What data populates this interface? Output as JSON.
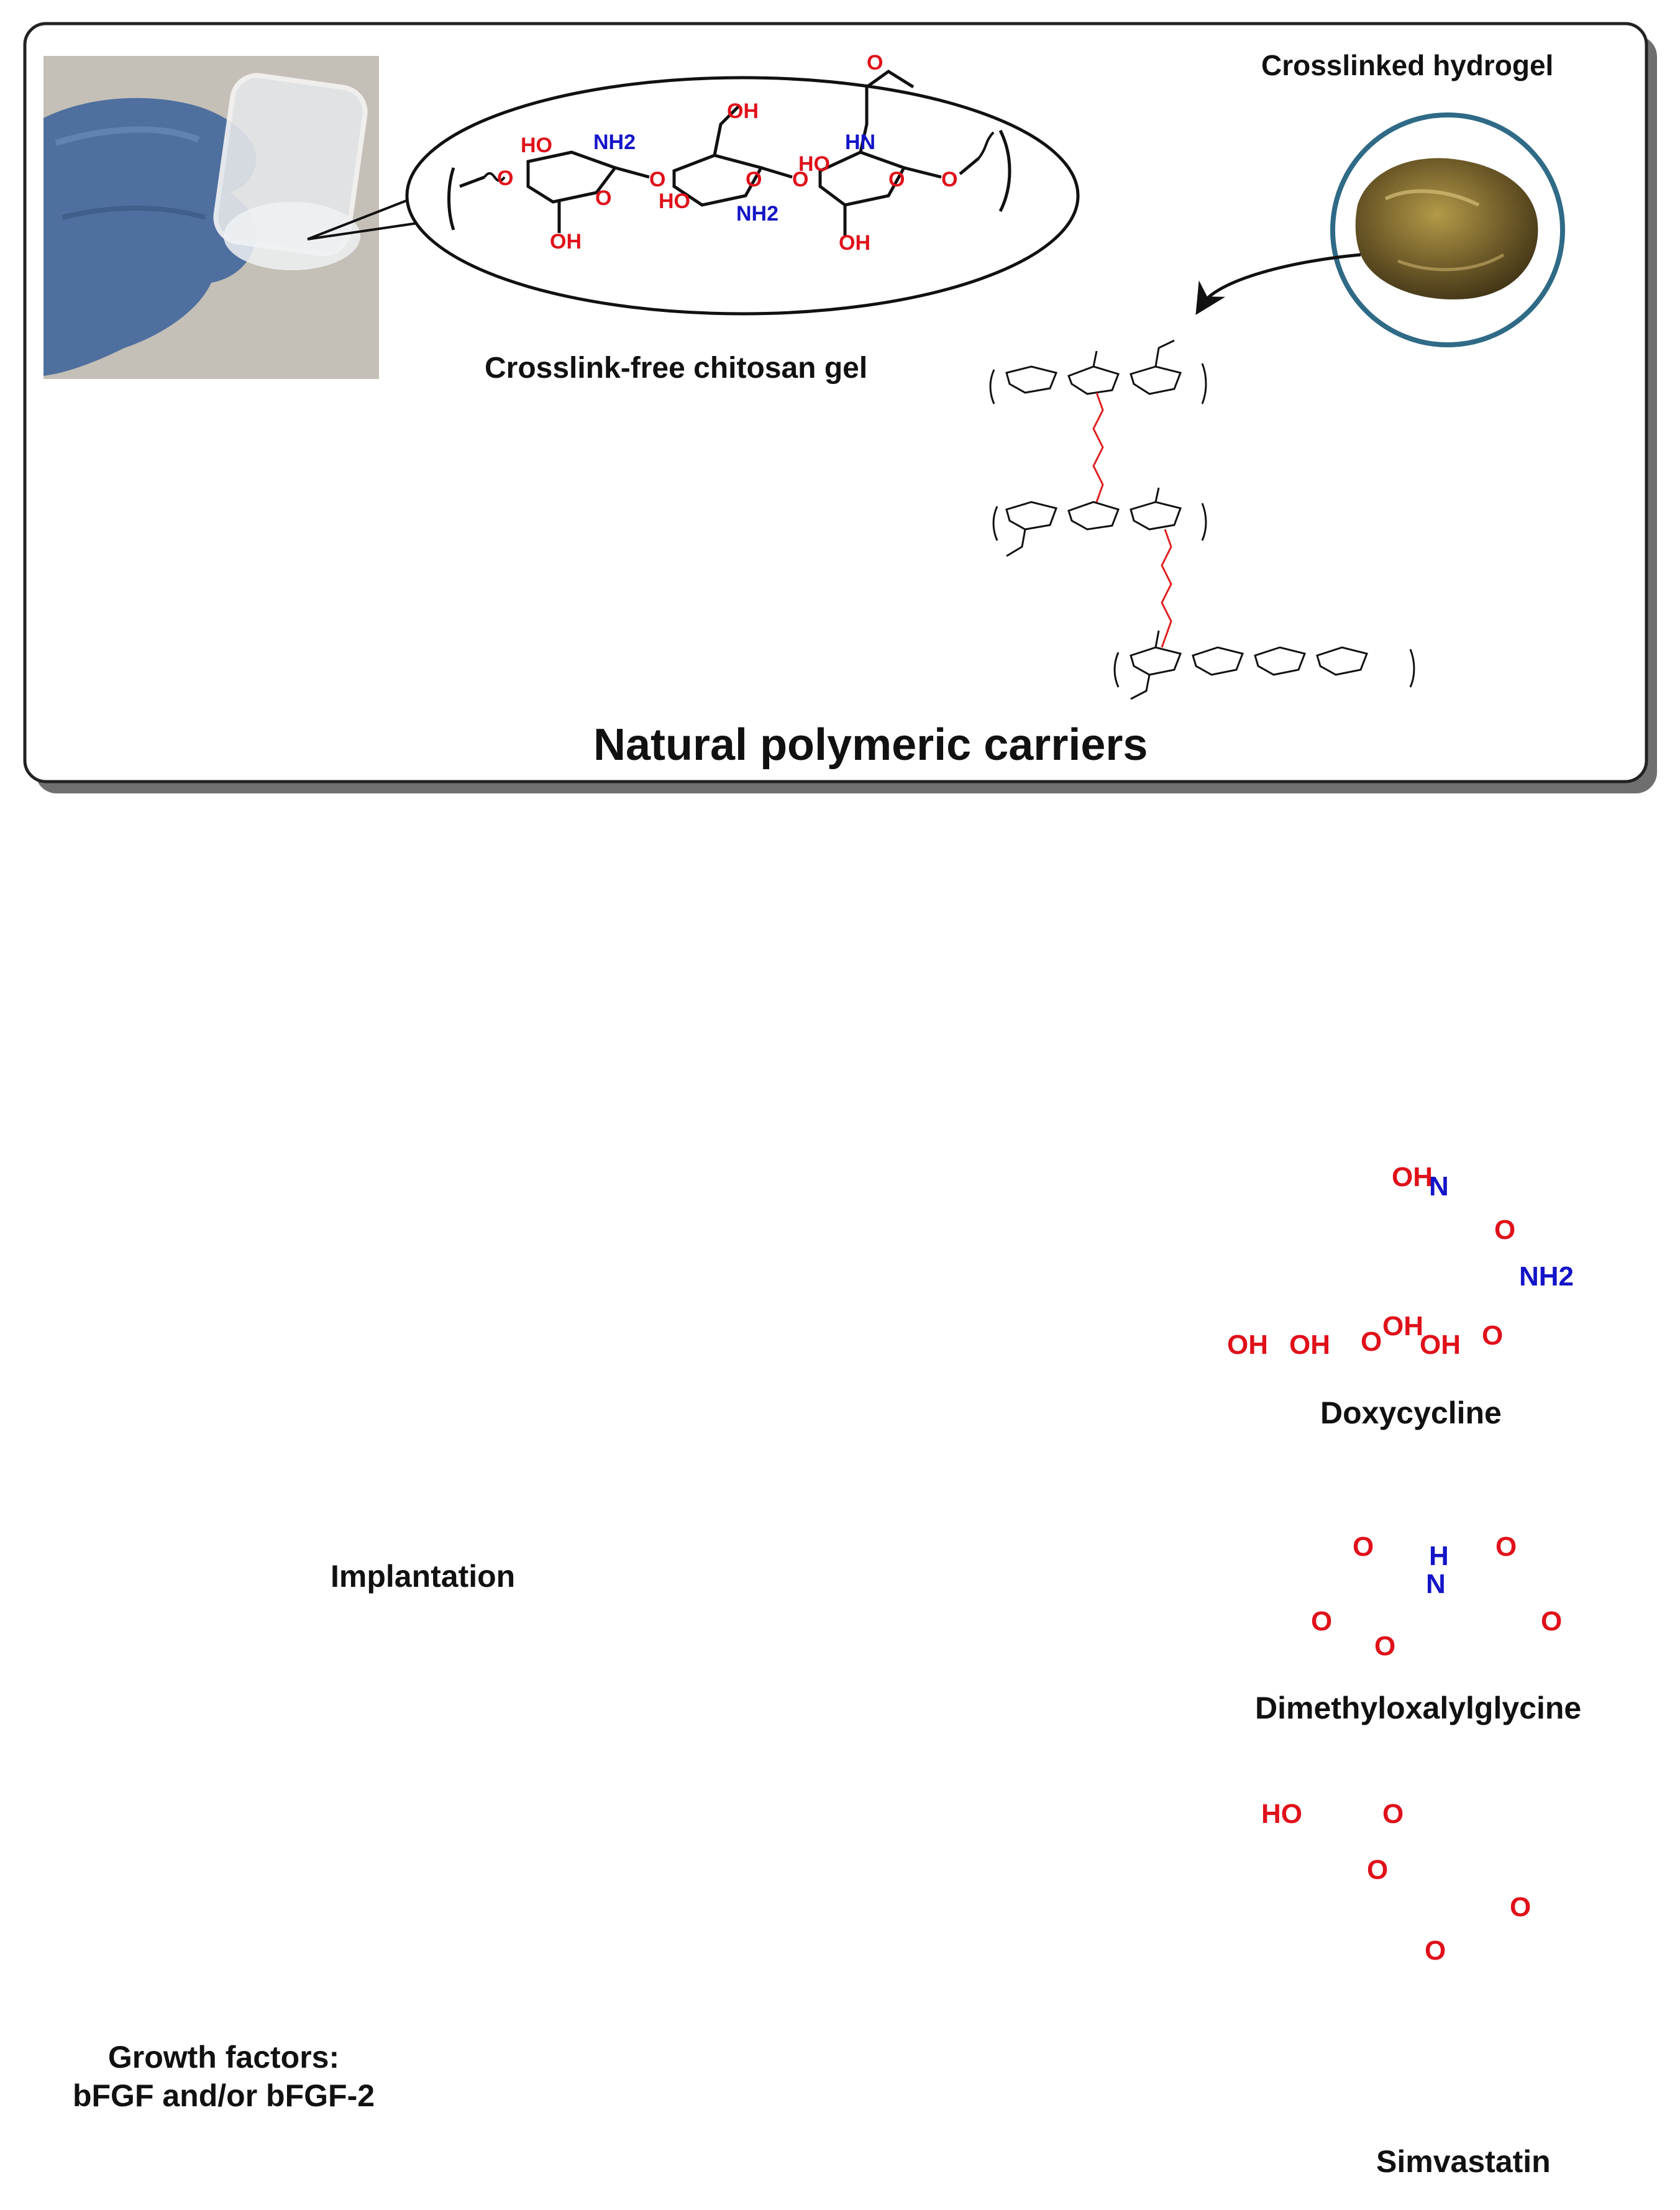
{
  "panel": {
    "title": "Natural polymeric carriers",
    "crosslink_free_label": "Crosslink-free chitosan gel",
    "crosslinked_label": "Crosslinked hydrogel"
  },
  "labels": {
    "implantation": "Implantation",
    "growth_factors_line1": "Growth factors:",
    "growth_factors_line2": "bFGF and/or bFGF-2",
    "doxycycline": "Doxycycline",
    "dmog": "Dimethyloxalylglycine",
    "simvastatin": "Simvastatin"
  },
  "chem": {
    "oh": "OH",
    "ho": "HO",
    "o": "O",
    "nh2": "NH2",
    "hn": "HN",
    "h": "H",
    "n": "N",
    "nh": "NH"
  },
  "colors": {
    "heteroatom_red": "#e0101a",
    "heteroatom_blue": "#1414c8",
    "imine_red": "#e02020",
    "bone_shell": "#d9c2a4",
    "bone_pore": "#8a7464",
    "cell": "#c9c9ee",
    "nucleus": "#4b47a8",
    "frame": "#222222"
  }
}
